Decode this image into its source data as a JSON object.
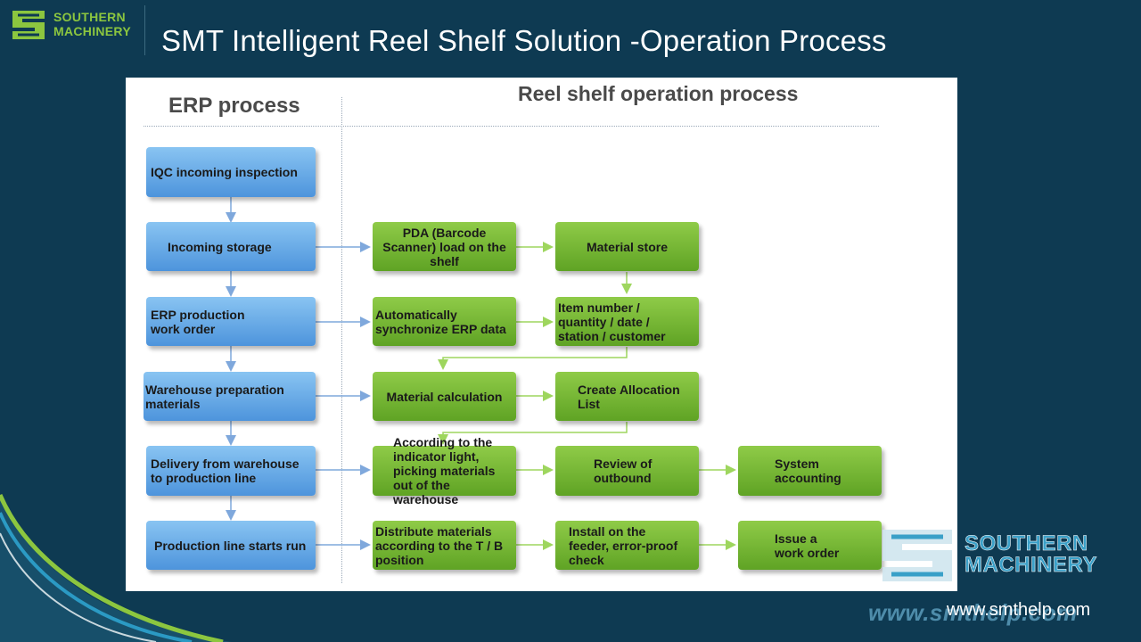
{
  "header": {
    "logo_line1": "SOUTHERN",
    "logo_line2": "MACHINERY",
    "title": "SMT Intelligent Reel Shelf Solution -Operation Process"
  },
  "diagram": {
    "erp_header": "ERP process",
    "reel_header": "Reel shelf operation process",
    "erp_steps": [
      {
        "label": "IQC incoming inspection"
      },
      {
        "label": "Incoming storage"
      },
      {
        "label": "ERP production\n work order"
      },
      {
        "label": "Warehouse preparation\nmaterials"
      },
      {
        "label": "Delivery from warehouse\n to production line"
      },
      {
        "label": "Production line starts run"
      }
    ],
    "reel_steps": [
      {
        "label": "PDA (Barcode\nScanner) load on the\nshelf"
      },
      {
        "label": "Material store"
      },
      {
        "label": "Automatically\nsynchronize ERP data"
      },
      {
        "label": "Item number /\nquantity / date /\nstation / customer"
      },
      {
        "label": "Material calculation"
      },
      {
        "label": "Create Allocation\nList"
      },
      {
        "label": "According to the\nindicator light,\npicking materials\nout of the\nwarehouse"
      },
      {
        "label": "Review of\noutbound"
      },
      {
        "label": "System\naccounting"
      },
      {
        "label": "Distribute materials\naccording to the T / B\nposition"
      },
      {
        "label": "Install  on the\nfeeder, error-proof\ncheck"
      },
      {
        "label": "Issue a\nwork order"
      }
    ],
    "colors": {
      "blue_box": "#5ea6e6",
      "green_box": "#6fb52f",
      "blue_arrow": "#7fa8dc",
      "green_arrow": "#9ed65e"
    }
  },
  "footer": {
    "logo_line1": "SOUTHERN",
    "logo_line2": "MACHINERY",
    "website": "www.smthelp.com"
  }
}
